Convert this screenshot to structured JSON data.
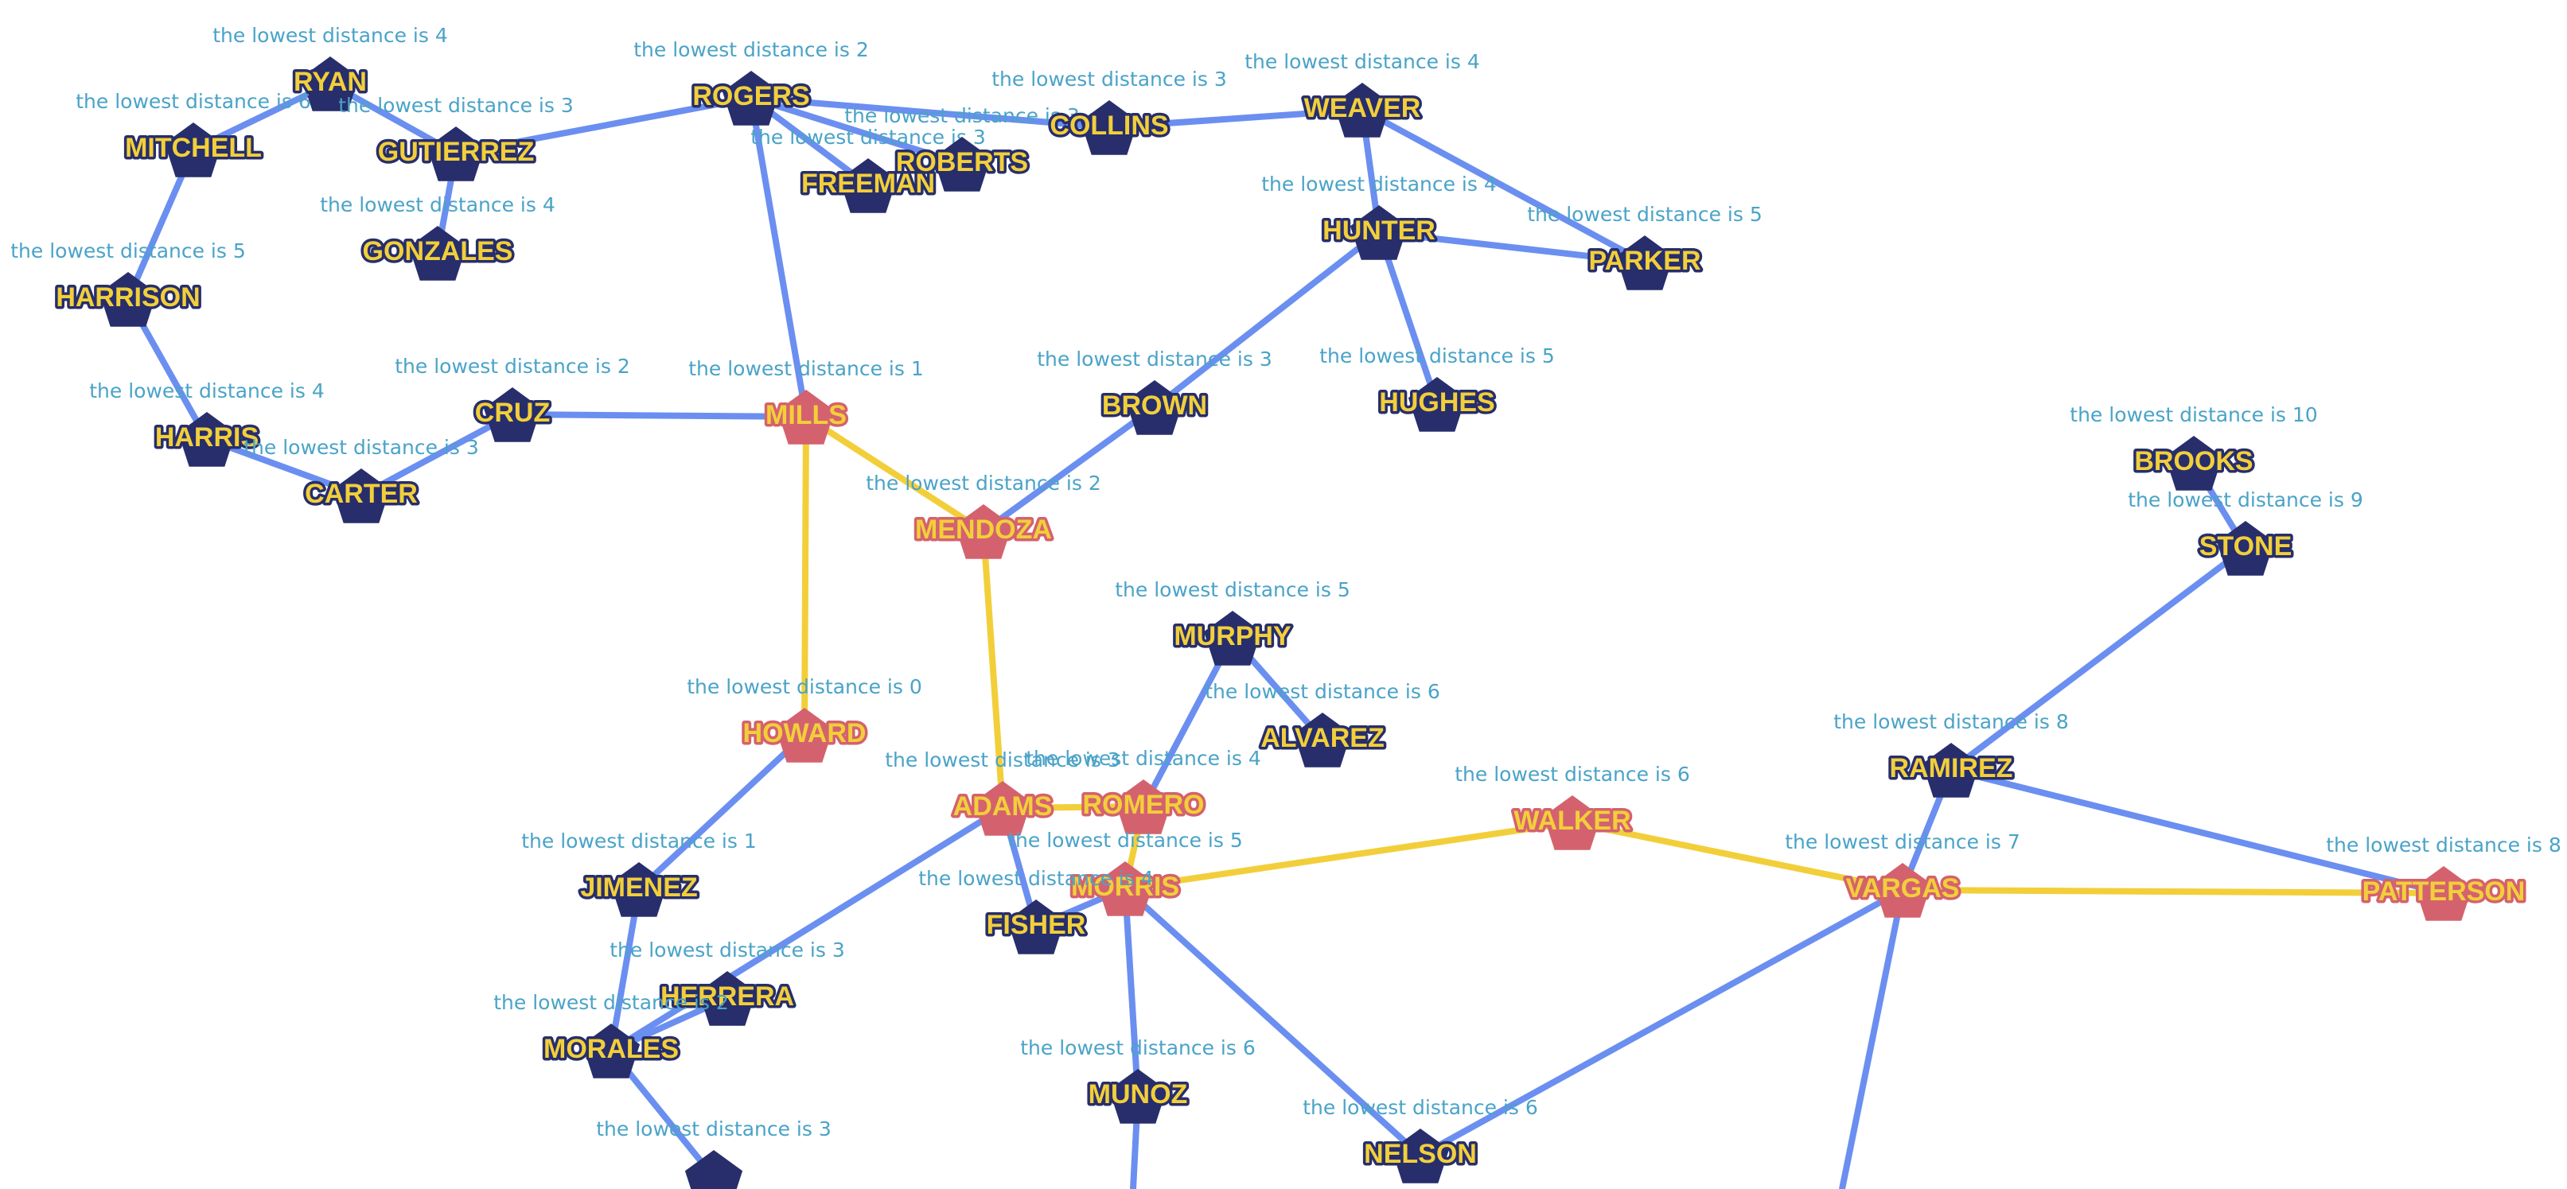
{
  "colors": {
    "edge_default": "#6b8ff0",
    "edge_path": "#f2cf3a",
    "node_default": "#272e6b",
    "node_path": "#d4626e",
    "label_fill": "#f2cf3a",
    "label_stroke_default": "#272e6b",
    "label_stroke_path": "#d4626e",
    "distance_text": "#4aa3c8"
  },
  "nodes": [
    {
      "id": "RYAN",
      "label": "RYAN",
      "distance": "the lowest distance is 4",
      "path": false
    },
    {
      "id": "MITCHELL",
      "label": "MITCHELL",
      "distance": "the lowest distance is 6",
      "path": false
    },
    {
      "id": "GUTIERREZ",
      "label": "GUTIERREZ",
      "distance": "the lowest distance is 3",
      "path": false
    },
    {
      "id": "GONZALES",
      "label": "GONZALES",
      "distance": "the lowest distance is 4",
      "path": false
    },
    {
      "id": "ROGERS",
      "label": "ROGERS",
      "distance": "the lowest distance is 2",
      "path": false
    },
    {
      "id": "FREEMAN",
      "label": "FREEMAN",
      "distance": "the lowest distance is 3",
      "path": false
    },
    {
      "id": "ROBERTS",
      "label": "ROBERTS",
      "distance": "the lowest distance is 3",
      "path": false
    },
    {
      "id": "COLLINS",
      "label": "COLLINS",
      "distance": "the lowest distance is 3",
      "path": false
    },
    {
      "id": "WEAVER",
      "label": "WEAVER",
      "distance": "the lowest distance is 4",
      "path": false
    },
    {
      "id": "HUNTER",
      "label": "HUNTER",
      "distance": "the lowest distance is 4",
      "path": false
    },
    {
      "id": "PARKER",
      "label": "PARKER",
      "distance": "the lowest distance is 5",
      "path": false
    },
    {
      "id": "HARRISON",
      "label": "HARRISON",
      "distance": "the lowest distance is 5",
      "path": false
    },
    {
      "id": "HARRIS",
      "label": "HARRIS",
      "distance": "the lowest distance is 4",
      "path": false
    },
    {
      "id": "CRUZ",
      "label": "CRUZ",
      "distance": "the lowest distance is 2",
      "path": false
    },
    {
      "id": "MILLS",
      "label": "MILLS",
      "distance": "the lowest distance is 1",
      "path": true
    },
    {
      "id": "BROWN",
      "label": "BROWN",
      "distance": "the lowest distance is 3",
      "path": false
    },
    {
      "id": "HUGHES",
      "label": "HUGHES",
      "distance": "the lowest distance is 5",
      "path": false
    },
    {
      "id": "CARTER",
      "label": "CARTER",
      "distance": "the lowest distance is 3",
      "path": false
    },
    {
      "id": "MENDOZA",
      "label": "MENDOZA",
      "distance": "the lowest distance is 2",
      "path": true
    },
    {
      "id": "BROOKS",
      "label": "BROOKS",
      "distance": "the lowest distance is 10",
      "path": false
    },
    {
      "id": "STONE",
      "label": "STONE",
      "distance": "the lowest distance is 9",
      "path": false
    },
    {
      "id": "MURPHY",
      "label": "MURPHY",
      "distance": "the lowest distance is 5",
      "path": false
    },
    {
      "id": "HOWARD",
      "label": "HOWARD",
      "distance": "the lowest distance is 0",
      "path": true
    },
    {
      "id": "ALVAREZ",
      "label": "ALVAREZ",
      "distance": "the lowest distance is 6",
      "path": false
    },
    {
      "id": "RAMIREZ",
      "label": "RAMIREZ",
      "distance": "the lowest distance is 8",
      "path": false
    },
    {
      "id": "ADAMS",
      "label": "ADAMS",
      "distance": "the lowest distance is 3",
      "path": true
    },
    {
      "id": "ROMERO",
      "label": "ROMERO",
      "distance": "the lowest distance is 4",
      "path": true
    },
    {
      "id": "WALKER",
      "label": "WALKER",
      "distance": "the lowest distance is 6",
      "path": true
    },
    {
      "id": "JIMENEZ",
      "label": "JIMENEZ",
      "distance": "the lowest distance is 1",
      "path": false
    },
    {
      "id": "MORRIS",
      "label": "MORRIS",
      "distance": "the lowest distance is 5",
      "path": true
    },
    {
      "id": "VARGAS",
      "label": "VARGAS",
      "distance": "the lowest distance is 7",
      "path": true
    },
    {
      "id": "PATTERSON",
      "label": "PATTERSON",
      "distance": "the lowest distance is 8",
      "path": true
    },
    {
      "id": "FISHER",
      "label": "FISHER",
      "distance": "the lowest distance is 4",
      "path": false
    },
    {
      "id": "HERRERA",
      "label": "HERRERA",
      "distance": "the lowest distance is 3",
      "path": false
    },
    {
      "id": "MORALES",
      "label": "MORALES",
      "distance": "the lowest distance is 2",
      "path": false
    },
    {
      "id": "MUNOZ",
      "label": "MUNOZ",
      "distance": "the lowest distance is 6",
      "path": false
    },
    {
      "id": "NELSON",
      "label": "NELSON",
      "distance": "the lowest distance is 6",
      "path": false
    },
    {
      "id": "N_BOTTOM",
      "label": "",
      "distance": "the lowest distance is 3",
      "path": false
    }
  ],
  "edges": [
    {
      "from": "RYAN",
      "to": "MITCHELL",
      "path": false
    },
    {
      "from": "RYAN",
      "to": "GUTIERREZ",
      "path": false
    },
    {
      "from": "GUTIERREZ",
      "to": "GONZALES",
      "path": false
    },
    {
      "from": "GUTIERREZ",
      "to": "ROGERS",
      "path": false
    },
    {
      "from": "ROGERS",
      "to": "FREEMAN",
      "path": false
    },
    {
      "from": "ROGERS",
      "to": "ROBERTS",
      "path": false
    },
    {
      "from": "ROGERS",
      "to": "COLLINS",
      "path": false
    },
    {
      "from": "ROGERS",
      "to": "MILLS",
      "path": false
    },
    {
      "from": "COLLINS",
      "to": "WEAVER",
      "path": false
    },
    {
      "from": "WEAVER",
      "to": "HUNTER",
      "path": false
    },
    {
      "from": "WEAVER",
      "to": "PARKER",
      "path": false
    },
    {
      "from": "HUNTER",
      "to": "PARKER",
      "path": false
    },
    {
      "from": "HUNTER",
      "to": "HUGHES",
      "path": false
    },
    {
      "from": "HUNTER",
      "to": "BROWN",
      "path": false
    },
    {
      "from": "BROWN",
      "to": "MENDOZA",
      "path": false
    },
    {
      "from": "MITCHELL",
      "to": "HARRISON",
      "path": false
    },
    {
      "from": "HARRISON",
      "to": "HARRIS",
      "path": false
    },
    {
      "from": "HARRIS",
      "to": "CARTER",
      "path": false
    },
    {
      "from": "CARTER",
      "to": "CRUZ",
      "path": false
    },
    {
      "from": "CRUZ",
      "to": "MILLS",
      "path": false
    },
    {
      "from": "MILLS",
      "to": "MENDOZA",
      "path": true
    },
    {
      "from": "MILLS",
      "to": "HOWARD",
      "path": true
    },
    {
      "from": "MENDOZA",
      "to": "ADAMS",
      "path": true
    },
    {
      "from": "HOWARD",
      "to": "JIMENEZ",
      "path": false
    },
    {
      "from": "JIMENEZ",
      "to": "MORALES",
      "path": false
    },
    {
      "from": "MORALES",
      "to": "HERRERA",
      "path": false
    },
    {
      "from": "MORALES",
      "to": "N_BOTTOM",
      "path": false
    },
    {
      "from": "ADAMS",
      "to": "MORALES",
      "path": false
    },
    {
      "from": "ADAMS",
      "to": "ROMERO",
      "path": true
    },
    {
      "from": "ADAMS",
      "to": "FISHER",
      "path": false
    },
    {
      "from": "ROMERO",
      "to": "MURPHY",
      "path": false
    },
    {
      "from": "ROMERO",
      "to": "MORRIS",
      "path": true
    },
    {
      "from": "MURPHY",
      "to": "ALVAREZ",
      "path": false
    },
    {
      "from": "MORRIS",
      "to": "FISHER",
      "path": false
    },
    {
      "from": "MORRIS",
      "to": "WALKER",
      "path": true
    },
    {
      "from": "MORRIS",
      "to": "MUNOZ",
      "path": false
    },
    {
      "from": "MORRIS",
      "to": "NELSON",
      "path": false
    },
    {
      "from": "WALKER",
      "to": "VARGAS",
      "path": true
    },
    {
      "from": "VARGAS",
      "to": "PATTERSON",
      "path": true
    },
    {
      "from": "VARGAS",
      "to": "RAMIREZ",
      "path": false
    },
    {
      "from": "VARGAS",
      "to": "NELSON",
      "path": false
    },
    {
      "from": "RAMIREZ",
      "to": "PATTERSON",
      "path": false
    },
    {
      "from": "RAMIREZ",
      "to": "STONE",
      "path": false
    },
    {
      "from": "STONE",
      "to": "BROOKS",
      "path": false
    }
  ],
  "offscreen_edges": [
    {
      "from": "MUNOZ",
      "path": false
    },
    {
      "from": "VARGAS",
      "path": false
    }
  ]
}
